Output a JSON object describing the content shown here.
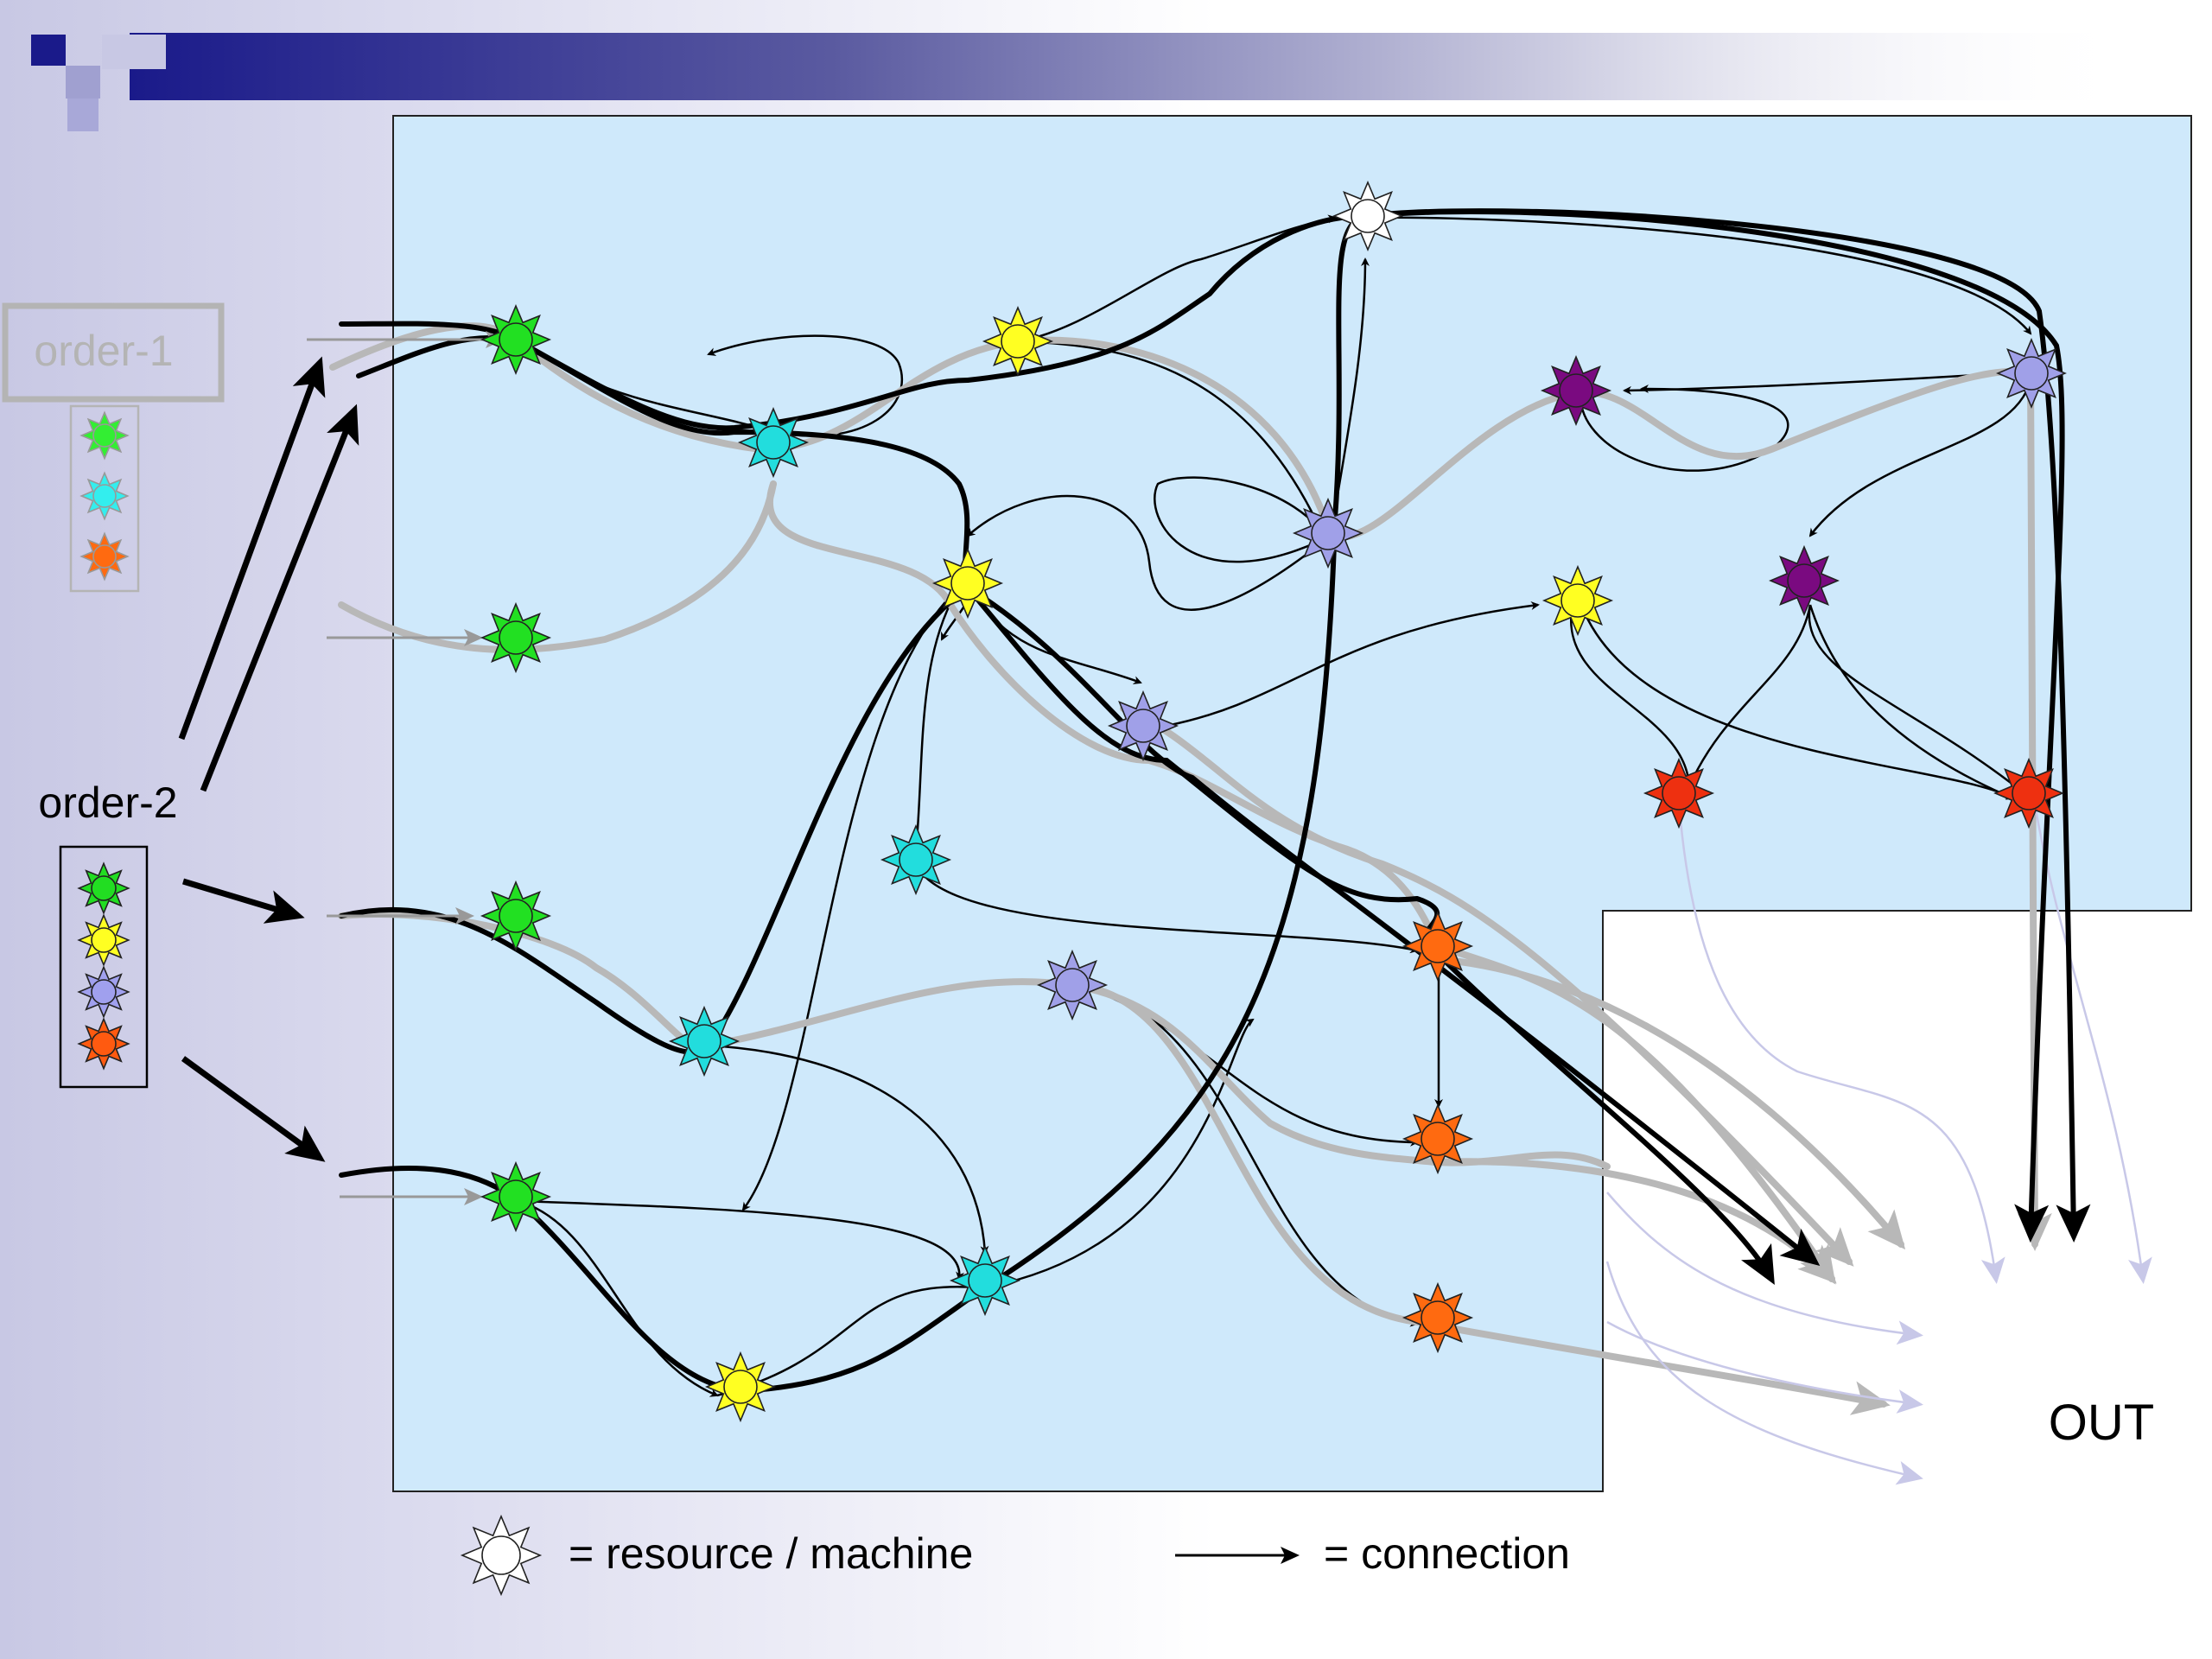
{
  "orders": {
    "order1": {
      "label": "order-1",
      "resource_colors": [
        "#33ee33",
        "#33eeee",
        "#ff6a10"
      ]
    },
    "order2": {
      "label": "order-2",
      "resource_colors": [
        "#22dd22",
        "#ffff22",
        "#a0a0ee",
        "#ff5a10"
      ]
    }
  },
  "out_label": "OUT",
  "legend": {
    "resource_text": "= resource / machine",
    "connection_text": "= connection"
  },
  "colors": {
    "panel": "#cfe9fb",
    "green": "#22e022",
    "cyan": "#22dddd",
    "yellow": "#ffff22",
    "lavender": "#a0a0e8",
    "purple": "#7a0a80",
    "orange": "#ff6a10",
    "red": "#ee3010",
    "white": "#ffffff"
  },
  "nodes": [
    {
      "id": "g1",
      "color": "green"
    },
    {
      "id": "g2",
      "color": "green"
    },
    {
      "id": "g3",
      "color": "green"
    },
    {
      "id": "g4",
      "color": "green"
    },
    {
      "id": "c1",
      "color": "cyan"
    },
    {
      "id": "c2",
      "color": "cyan"
    },
    {
      "id": "c3",
      "color": "cyan"
    },
    {
      "id": "c4",
      "color": "cyan"
    },
    {
      "id": "y1",
      "color": "yellow"
    },
    {
      "id": "y2",
      "color": "yellow"
    },
    {
      "id": "y3",
      "color": "yellow"
    },
    {
      "id": "y4",
      "color": "yellow"
    },
    {
      "id": "l1",
      "color": "lavender"
    },
    {
      "id": "l2",
      "color": "lavender"
    },
    {
      "id": "l3",
      "color": "lavender"
    },
    {
      "id": "l4",
      "color": "lavender"
    },
    {
      "id": "p1",
      "color": "purple"
    },
    {
      "id": "p2",
      "color": "purple"
    },
    {
      "id": "o1",
      "color": "orange"
    },
    {
      "id": "o2",
      "color": "orange"
    },
    {
      "id": "o3",
      "color": "orange"
    },
    {
      "id": "r1",
      "color": "red"
    },
    {
      "id": "r2",
      "color": "red"
    },
    {
      "id": "w1",
      "color": "white"
    }
  ]
}
